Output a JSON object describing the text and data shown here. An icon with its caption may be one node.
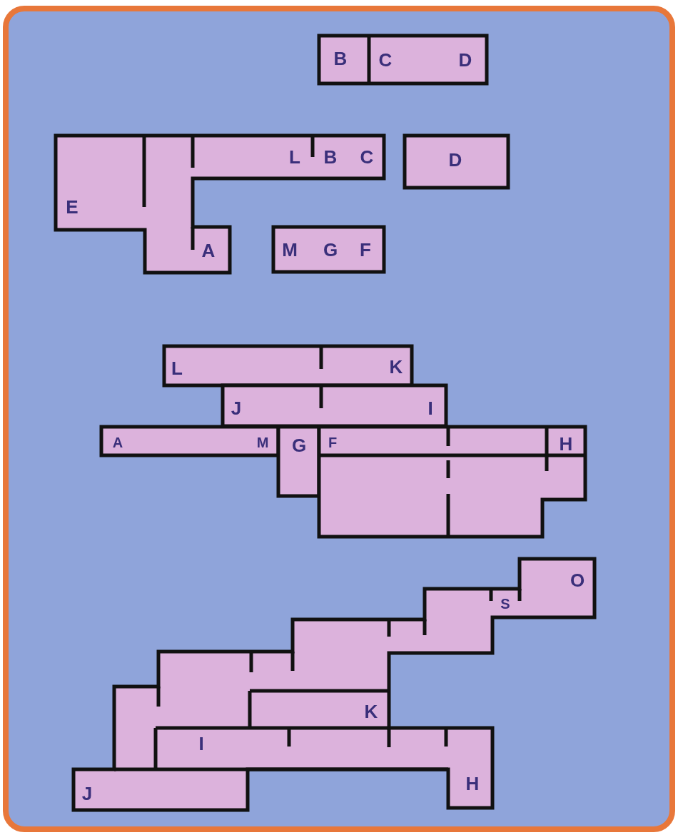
{
  "diagram": {
    "labels": [
      "B",
      "C",
      "D",
      "L",
      "B",
      "C",
      "D",
      "E",
      "A",
      "M",
      "G",
      "F",
      "L",
      "K",
      "J",
      "I",
      "A",
      "M",
      "G",
      "F",
      "H",
      "O",
      "S",
      "K",
      "I",
      "J",
      "H"
    ]
  }
}
